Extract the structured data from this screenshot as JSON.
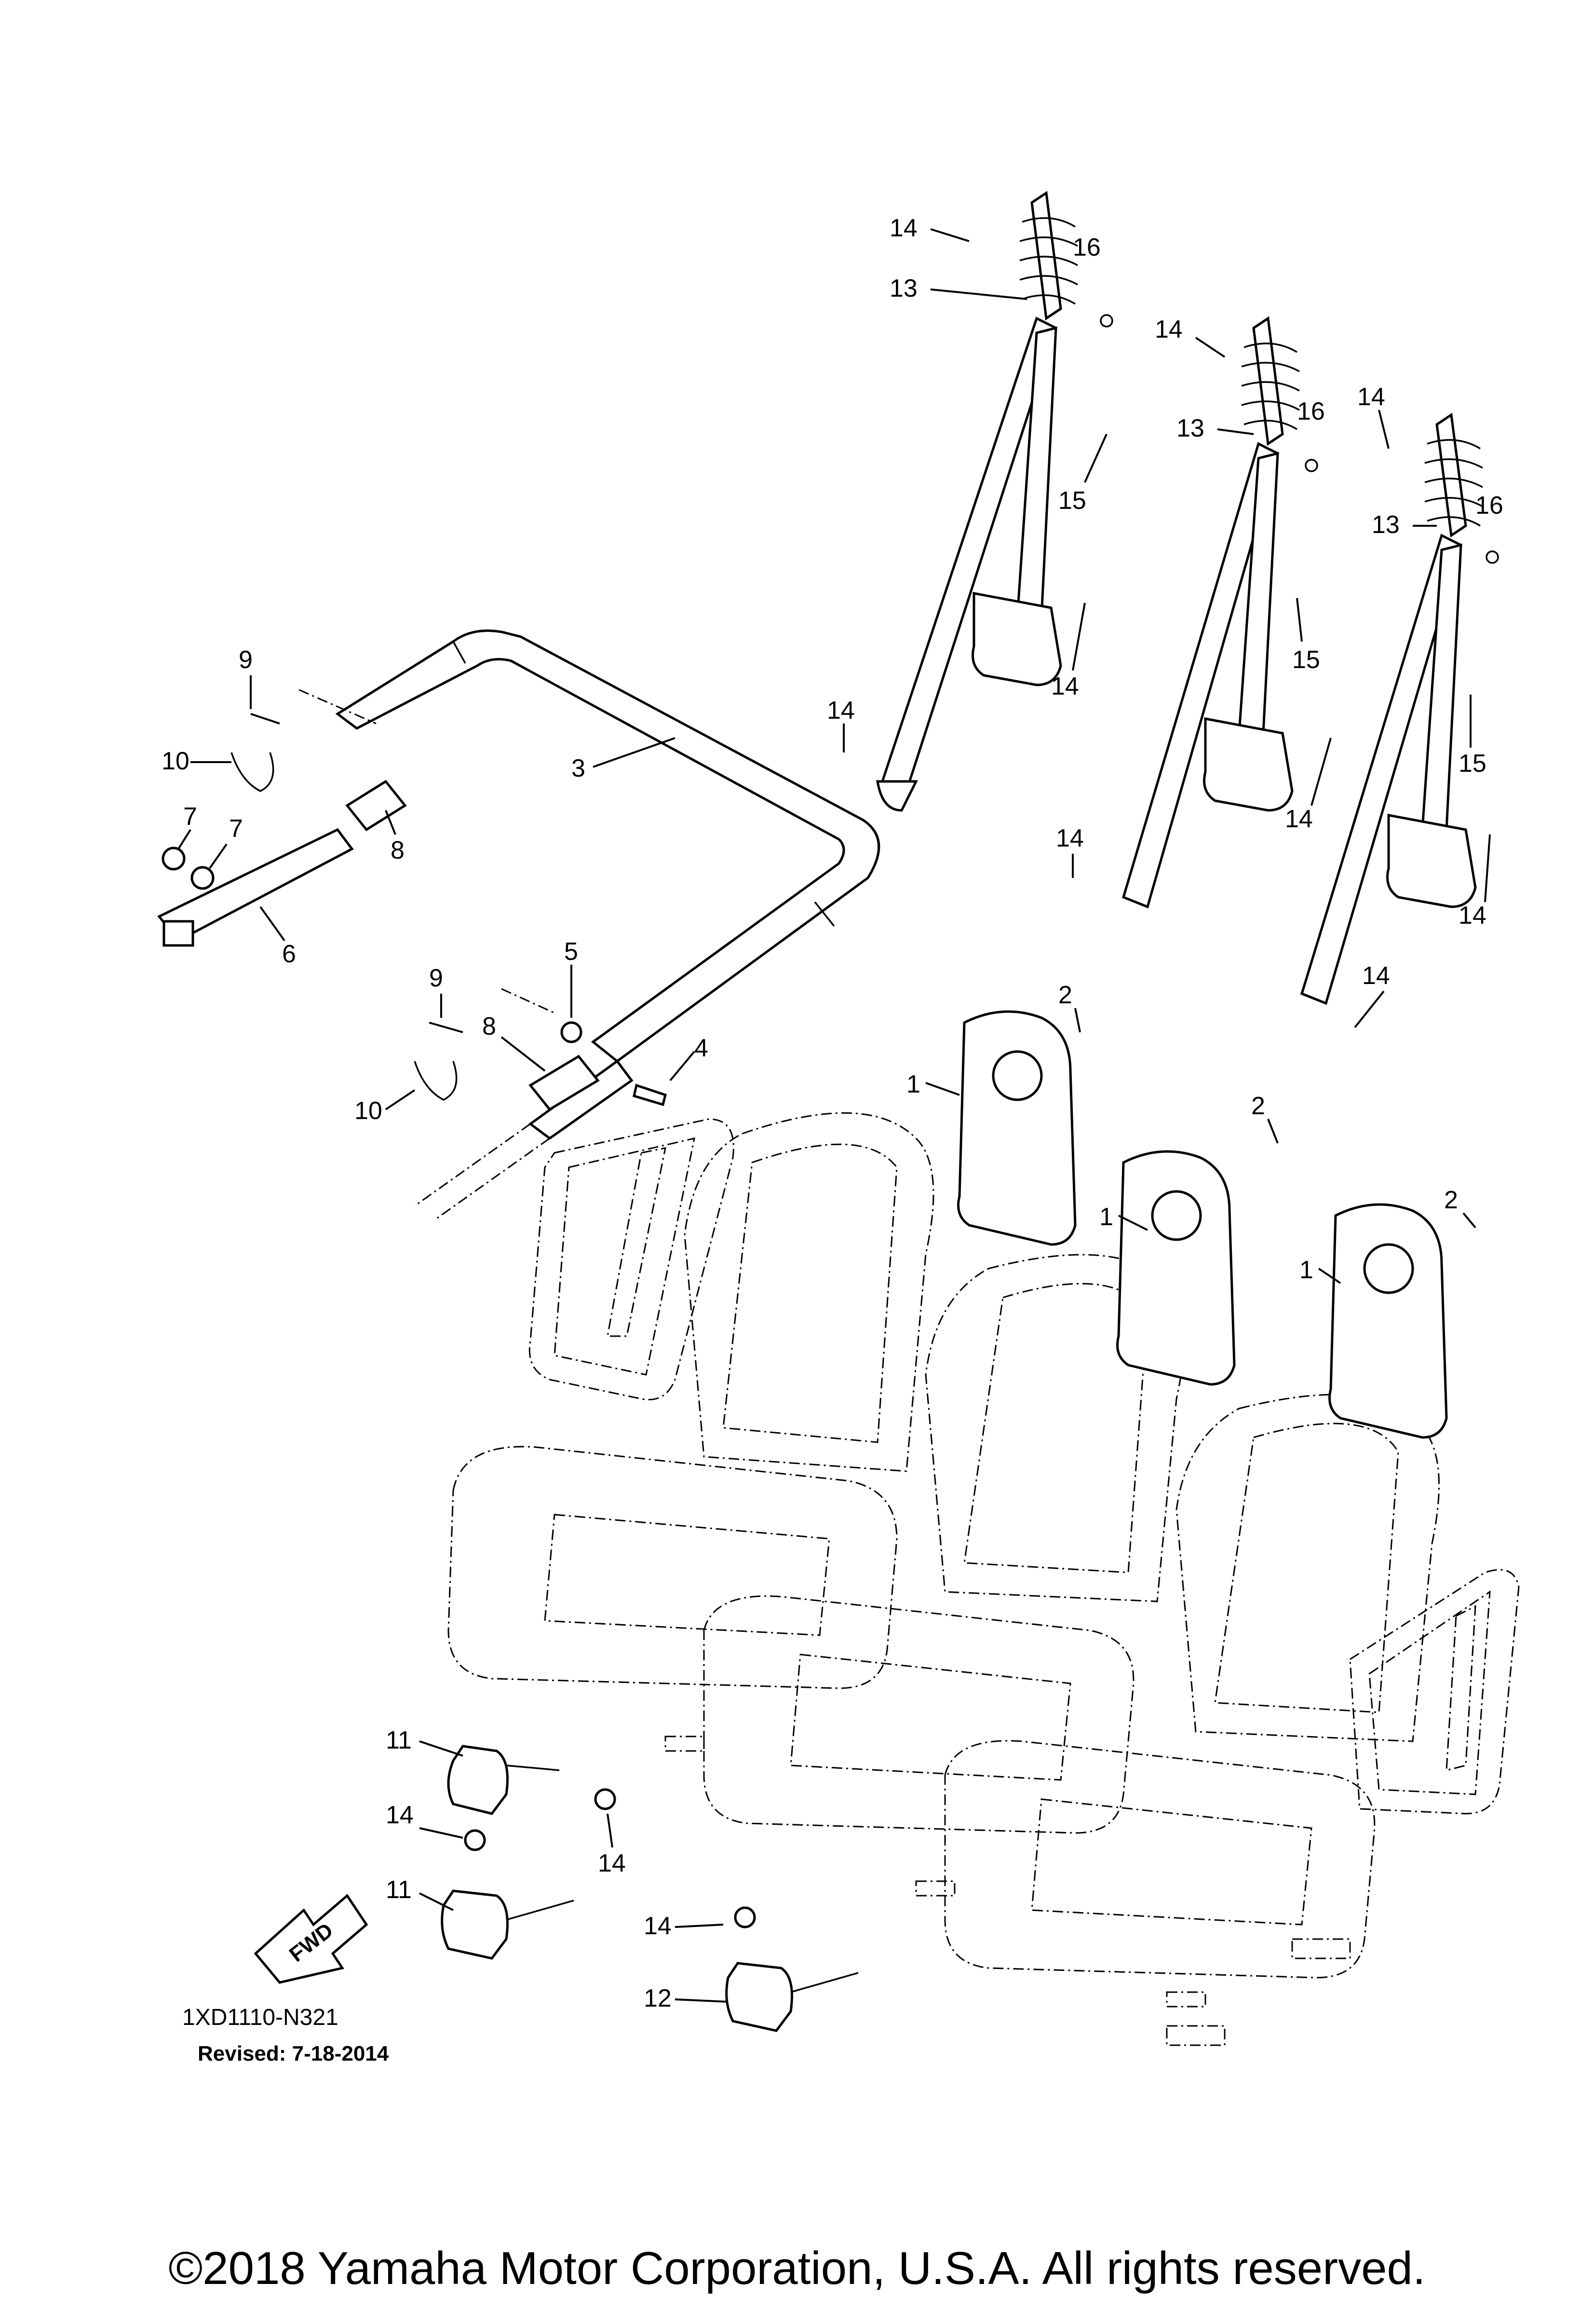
{
  "diagram": {
    "part_code": "1XD1110-N321",
    "revised": "Revised: 7-18-2014",
    "fwd_label": "FWD",
    "copyright": "©2018 Yamaha Motor Corporation, U.S.A. All rights reserved.",
    "callouts": {
      "headrest": "1",
      "headrest_bolt": "2",
      "roll_bar": "3",
      "bolt": "4",
      "nut": "5",
      "bar_support": "6",
      "bolt_small": "7",
      "collar": "8",
      "pin": "9",
      "clip": "10",
      "buckle": "11",
      "buckle_center": "12",
      "seat_belt": "13",
      "belt_bolt": "14",
      "bolt_15": "15",
      "washer": "16"
    }
  }
}
